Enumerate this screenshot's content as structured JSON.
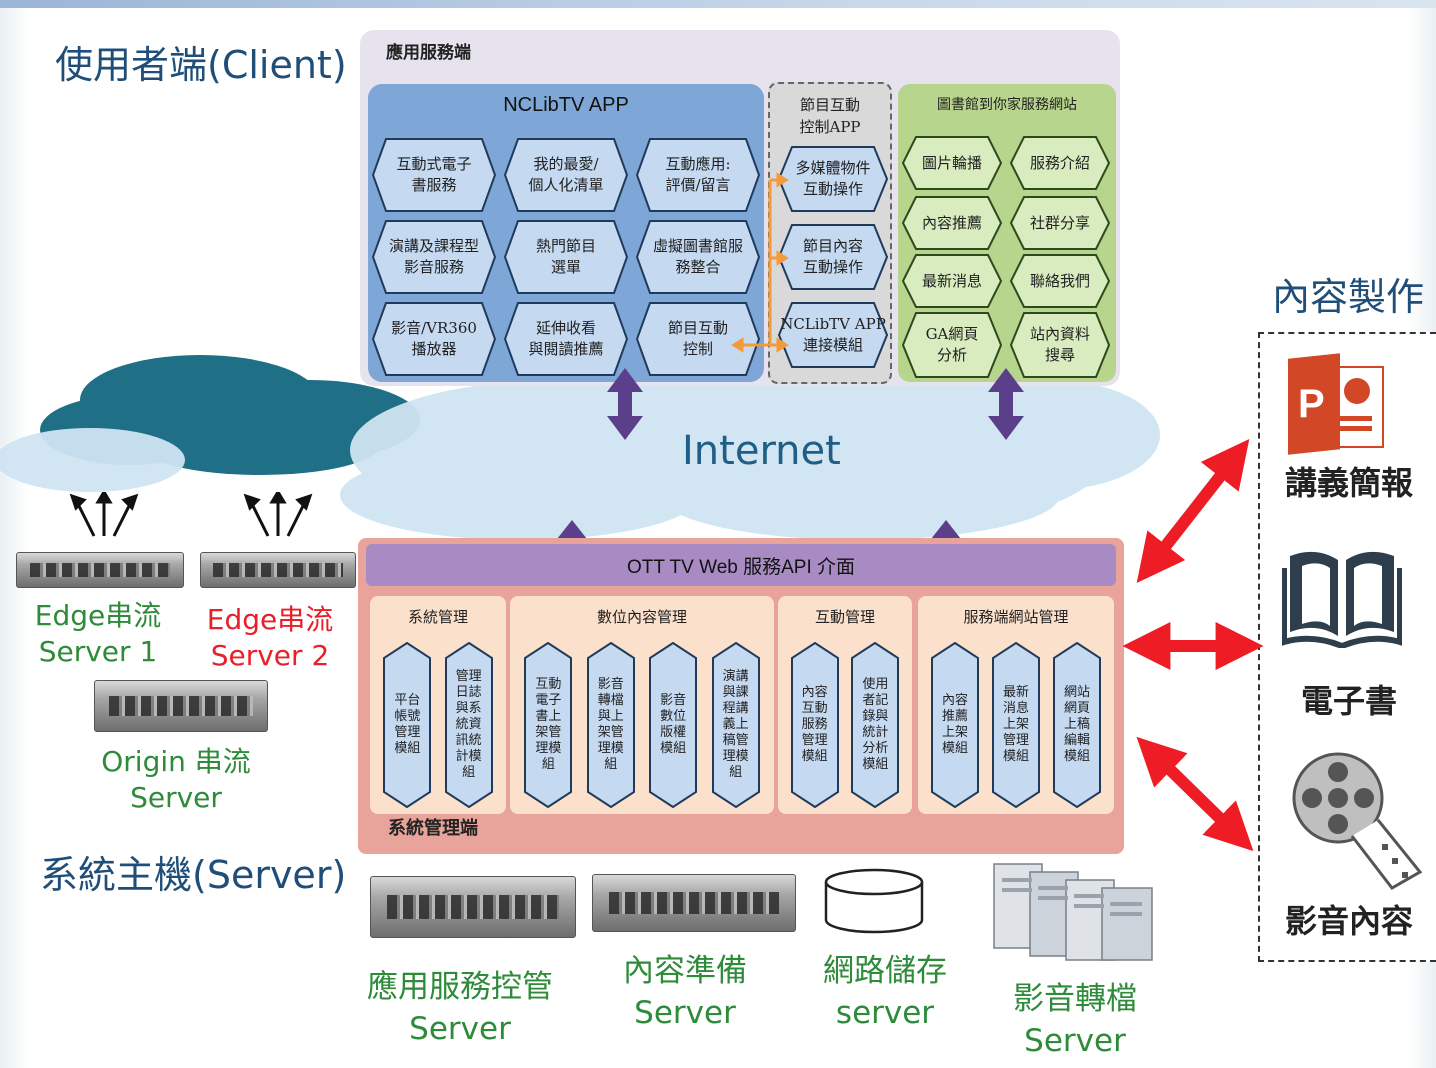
{
  "titles": {
    "client": "使用者端(Client)",
    "server": "系統主機(Server)",
    "content_production": "內容製作"
  },
  "app_service": {
    "title": "應用服務端",
    "nclibtv": {
      "title": "NCLibTV APP",
      "items": [
        [
          "互動式電子",
          "書服務"
        ],
        [
          "我的最愛/",
          "個人化清單"
        ],
        [
          "互動應用:",
          "評價/留言"
        ],
        [
          "演講及課程型",
          "影音服務"
        ],
        [
          "熱門節目",
          "選單"
        ],
        [
          "虛擬圖書館服",
          "務整合"
        ],
        [
          "影音/VR360",
          "播放器"
        ],
        [
          "延伸收看",
          "與閱讀推薦"
        ],
        [
          "節目互動",
          "控制"
        ]
      ]
    },
    "interactive_app": {
      "title_1": "節目互動",
      "title_2": "控制APP",
      "items": [
        [
          "多媒體物件",
          "互動操作"
        ],
        [
          "節目內容",
          "互動操作"
        ],
        [
          "NCLibTV APP",
          "連接模組"
        ]
      ]
    },
    "library_site": {
      "title": "圖書館到你家服務網站",
      "items": [
        [
          "圖片輪播"
        ],
        [
          "服務介紹"
        ],
        [
          "內容推薦"
        ],
        [
          "社群分享"
        ],
        [
          "最新消息"
        ],
        [
          "聯絡我們"
        ],
        [
          "GA網頁",
          "分析"
        ],
        [
          "站內資料",
          "搜尋"
        ]
      ]
    }
  },
  "internet_label": "Internet",
  "edge_servers": {
    "edge1_line1": "Edge串流",
    "edge1_line2": "Server 1",
    "edge2_line1": "Edge串流",
    "edge2_line2": "Server 2",
    "origin_line1": "Origin 串流",
    "origin_line2": "Server"
  },
  "mgmt": {
    "api_bar": "OTT TV Web 服務API 介面",
    "footer": "系統管理端",
    "groups": [
      {
        "title": "系統管理",
        "items": [
          "平台帳號管理模組",
          "管理日誌與系統資訊統計模組"
        ]
      },
      {
        "title": "數位內容管理",
        "items": [
          "互動電子書上架管理模組",
          "影音轉檔與上架管理模組",
          "影音數位版權模組",
          "演講與課程講義上稿管理模組"
        ]
      },
      {
        "title": "互動管理",
        "items": [
          "內容互動服務管理模組",
          "使用者記錄與統計分析模組"
        ]
      },
      {
        "title": "服務端網站管理",
        "items": [
          "內容推薦上架模組",
          "最新消息上架管理模組",
          "網站網頁上稿編輯模組"
        ]
      }
    ]
  },
  "bottom_servers": [
    {
      "line1": "應用服務控管",
      "line2": "Server"
    },
    {
      "line1": "內容準備",
      "line2": "Server"
    },
    {
      "line1": "網路儲存",
      "line2": "server"
    },
    {
      "line1": "影音轉檔",
      "line2": "Server"
    }
  ],
  "content": {
    "ppt_icon_letter": "P",
    "items": [
      "講義簡報",
      "電子書",
      "影音內容"
    ]
  },
  "colors": {
    "title_blue": "#1f4e79",
    "nclib_blue": "#7ea6d6",
    "library_green": "#b7d58c",
    "mgmt_salmon": "#e8a49a",
    "api_purple": "#a98bc4",
    "cloud_teal": "#1f6f86",
    "cloud_light": "#cfe4f2",
    "arrow_purple": "#5b3f8a",
    "arrow_red": "#ee1c25",
    "green_label": "#2e8b3a",
    "red_label": "#e8202a"
  }
}
